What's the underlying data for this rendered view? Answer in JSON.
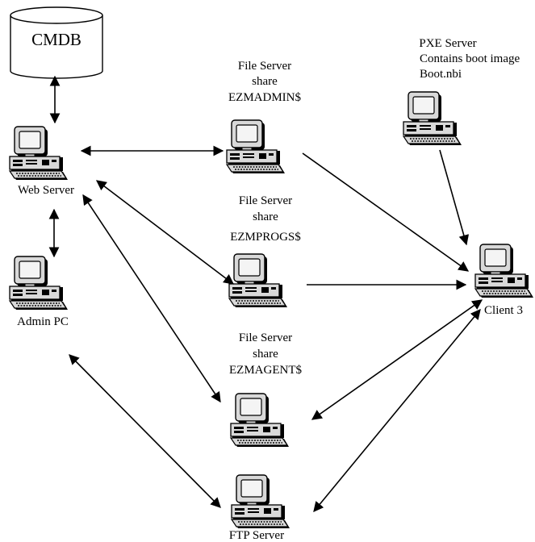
{
  "cmdb": {
    "label": "CMDB"
  },
  "nodes": {
    "web_server": {
      "label": "Web Server"
    },
    "admin_pc": {
      "label": "Admin PC"
    },
    "fs_admin": {
      "line1": "File Server",
      "line2": "share",
      "line3": "EZMADMIN$"
    },
    "fs_progs": {
      "line1": "File Server",
      "line2": "share",
      "line3": "EZMPROGS$"
    },
    "fs_agent": {
      "line1": "File Server",
      "line2": "share",
      "line3": "EZMAGENT$"
    },
    "pxe": {
      "line1": "PXE Server",
      "line2": "Contains boot image",
      "line3": "Boot.nbi"
    },
    "client": {
      "label": "Client 3"
    },
    "ftp": {
      "label": "FTP Server"
    }
  },
  "colors": {
    "line": "#000000",
    "monitor_screen": "#f4f4f4",
    "computer_body": "#d9d9d9",
    "shadow": "#000000"
  }
}
